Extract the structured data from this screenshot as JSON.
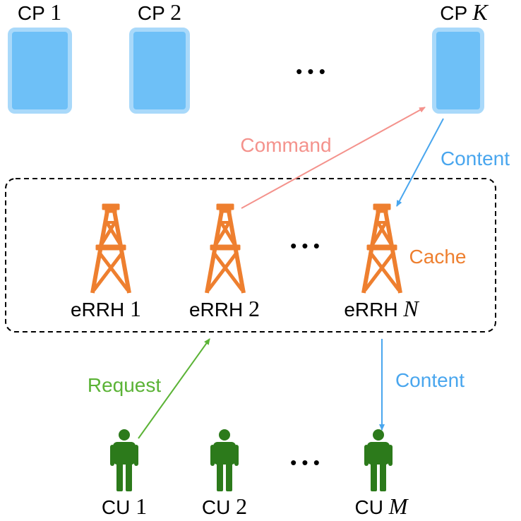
{
  "colors": {
    "cp_fill": "#6EC0F7",
    "cp_stroke": "#68BDF4",
    "tower": "#EE7F2F",
    "user": "#2C7A1B",
    "command": "#F4928C",
    "content": "#49A6EE",
    "request": "#5BB336",
    "cache": "#EE7F2F",
    "cluster_border": "#000000"
  },
  "content_providers": [
    {
      "prefix": "CP",
      "index": "1",
      "italic": false
    },
    {
      "prefix": "CP",
      "index": "2",
      "italic": false
    },
    {
      "prefix": "CP",
      "index": "K",
      "italic": true
    }
  ],
  "errhs": [
    {
      "prefix": "eRRH",
      "index": "1",
      "italic": false,
      "icon": "radio-tower-icon"
    },
    {
      "prefix": "eRRH",
      "index": "2",
      "italic": false,
      "icon": "radio-tower-icon"
    },
    {
      "prefix": "eRRH",
      "index": "N",
      "italic": true,
      "icon": "radio-tower-icon"
    }
  ],
  "users": [
    {
      "prefix": "CU",
      "index": "1",
      "italic": false,
      "icon": "person-icon"
    },
    {
      "prefix": "CU",
      "index": "2",
      "italic": false,
      "icon": "person-icon"
    },
    {
      "prefix": "CU",
      "index": "M",
      "italic": true,
      "icon": "person-icon"
    }
  ],
  "edge_labels": {
    "command": "Command",
    "content_top": "Content",
    "cache": "Cache",
    "request": "Request",
    "content_bottom": "Content"
  },
  "ellipsis": "• • •"
}
